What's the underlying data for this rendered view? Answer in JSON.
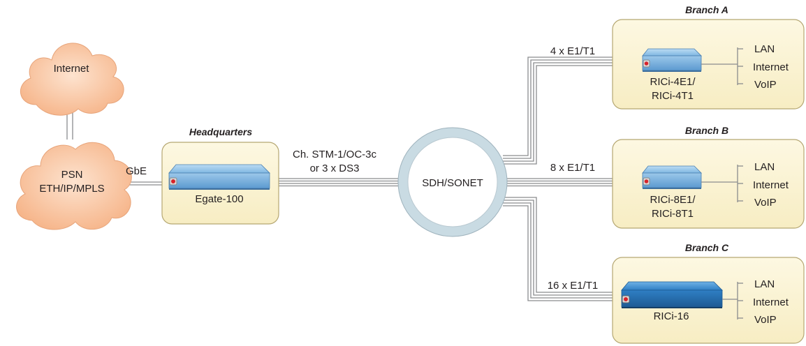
{
  "diagram": {
    "clouds": {
      "internet": "Internet",
      "psn_line1": "PSN",
      "psn_line2": "ETH/IP/MPLS"
    },
    "links": {
      "gbe": "GbE",
      "core_line1": "Ch. STM-1/OC-3c",
      "core_line2": "or 3 x DS3",
      "branch_a": "4 x E1/T1",
      "branch_b": "8 x E1/T1",
      "branch_c": "16 x E1/T1"
    },
    "ring": "SDH/SONET",
    "headquarters": {
      "title": "Headquarters",
      "device": "Egate-100"
    },
    "branches": [
      {
        "title": "Branch A",
        "device_line1": "RICi-4E1/",
        "device_line2": "RICi-4T1",
        "services": [
          "LAN",
          "Internet",
          "VoIP"
        ]
      },
      {
        "title": "Branch B",
        "device_line1": "RICi-8E1/",
        "device_line2": "RICi-8T1",
        "services": [
          "LAN",
          "Internet",
          "VoIP"
        ]
      },
      {
        "title": "Branch C",
        "device_line1": "RICi-16",
        "device_line2": "",
        "services": [
          "LAN",
          "Internet",
          "VoIP"
        ]
      }
    ],
    "colors": {
      "cloud_fill": "#f9c9a9",
      "site_fill": "#fbf3d2",
      "site_stroke": "#b5a772",
      "device_blue": "#3a86c8",
      "ring_fill": "#c9dbe3",
      "line_gray": "#8a8c8e"
    }
  }
}
